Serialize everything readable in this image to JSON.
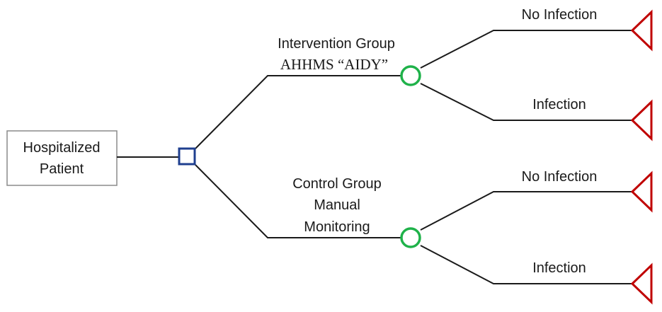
{
  "root": {
    "label_line1": "Hospitalized",
    "label_line2": "Patient"
  },
  "branches": [
    {
      "label_lines": [
        "Intervention Group",
        "AHHMS  “AIDY”"
      ],
      "outcomes": [
        "No Infection",
        "Infection"
      ]
    },
    {
      "label_lines": [
        "Control Group",
        "Manual",
        "Monitoring"
      ],
      "outcomes": [
        "No Infection",
        "Infection"
      ]
    }
  ],
  "colors": {
    "decision_node": "#1f3f8f",
    "chance_node": "#1fb24a",
    "terminal_node": "#c00000",
    "line": "#1a1a1a"
  },
  "node_shapes": {
    "decision": "square",
    "chance": "circle",
    "terminal": "triangle"
  }
}
